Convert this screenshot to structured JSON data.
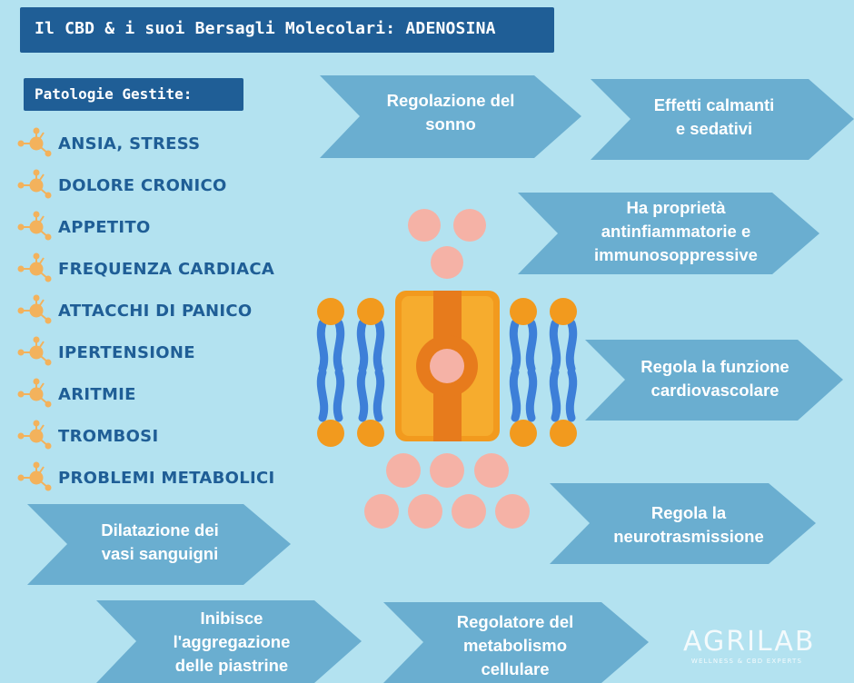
{
  "title": "Il CBD & i suoi Bersagli Molecolari: ADENOSINA",
  "pathologies_heading": "Patologie Gestite:",
  "pathologies": [
    "ANSIA, STRESS",
    "DOLORE CRONICO",
    "APPETITO",
    "FREQUENZA CARDIACA",
    "ATTACCHI DI PANICO",
    "IPERTENSIONE",
    "ARITMIE",
    "TROMBOSI",
    "PROBLEMI METABOLICI"
  ],
  "effects": {
    "sleep": [
      "Regolazione del",
      "sonno"
    ],
    "calming": [
      "Effetti calmanti",
      "e sedativi"
    ],
    "anti_inflammatory": [
      "Ha proprietà",
      "antinfiammatorie e",
      "immunosoppressive"
    ],
    "cardiovascular": [
      "Regola la funzione",
      "cardiovascolare"
    ],
    "neurotransmission": [
      "Regola la",
      "neurotrasmissione"
    ],
    "vasodilation": [
      "Dilatazione dei",
      "vasi sanguigni"
    ],
    "platelets": [
      "Inibisce",
      "l'aggregazione",
      "delle piastrine"
    ],
    "metabolism": [
      "Regolatore del",
      "metabolismo",
      "cellulare"
    ]
  },
  "logo": {
    "name": "AGRILAB",
    "tagline": "WELLNESS & CBD EXPERTS"
  },
  "colors": {
    "background": "#b3e2f0",
    "title_box": "#1f5e96",
    "arrow": "#6aaed0",
    "condition_text": "#1f5e96",
    "molecule_icon": "#f3b25c",
    "receptor_orange": "#f29a1e",
    "receptor_dark": "#e77b1c",
    "membrane_blue": "#3d7fd8",
    "ligand_pink": "#f5b2a6"
  }
}
